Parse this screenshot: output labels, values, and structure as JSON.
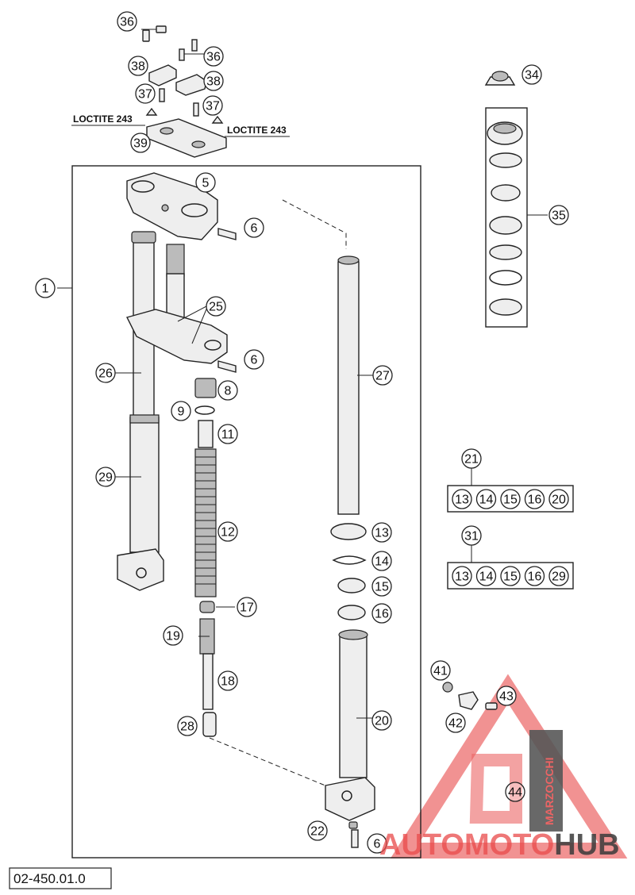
{
  "document_code": "02-450.01.0",
  "notes": {
    "loctite_left": "LOCTITE 243",
    "loctite_right": "LOCTITE 243"
  },
  "callouts": {
    "c36a": "36",
    "c36b": "36",
    "c38a": "38",
    "c38b": "38",
    "c37a": "37",
    "c37b": "37",
    "c39": "39",
    "c5": "5",
    "c6a": "6",
    "c6b": "6",
    "c6c": "6",
    "c1": "1",
    "c25": "25",
    "c26": "26",
    "c8": "8",
    "c9": "9",
    "c11": "11",
    "c29": "29",
    "c12": "12",
    "c17": "17",
    "c19": "19",
    "c18": "18",
    "c28": "28",
    "c27": "27",
    "c13": "13",
    "c14": "14",
    "c15": "15",
    "c16": "16",
    "c20": "20",
    "c22": "22",
    "c34": "34",
    "c35": "35",
    "c21": "21",
    "c31": "31",
    "c41": "41",
    "c42": "42",
    "c43": "43",
    "c44": "44"
  },
  "kit_21": [
    "13",
    "14",
    "15",
    "16",
    "20"
  ],
  "kit_31": [
    "13",
    "14",
    "15",
    "16",
    "29"
  ],
  "watermark": {
    "auto": "AUTOMOTO",
    "hub": "HUB",
    "brand": "MARZOCCHI"
  },
  "colors": {
    "watermark_red": "#e84a4a",
    "watermark_gray": "#3a3a3a"
  }
}
